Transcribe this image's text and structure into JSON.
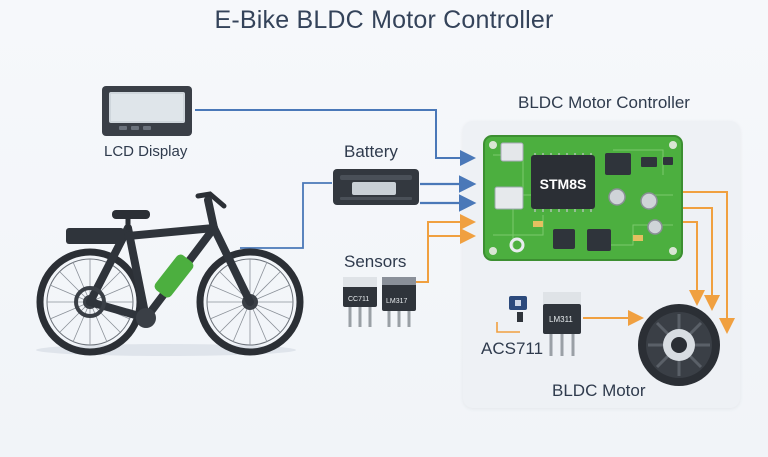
{
  "title": "E-Bike BLDC Motor Controller",
  "panel_title": "BLDC Motor Controller",
  "labels": {
    "lcd": "LCD Display",
    "battery": "Battery",
    "sensors": "Sensors",
    "acs": "ACS711",
    "motor": "BLDC Motor"
  },
  "chips": {
    "mcu": "STM8S",
    "sensor1": "CC711",
    "sensor2": "LM317",
    "current_ic": "LM311"
  },
  "colors": {
    "pcb": "#4caf3f",
    "wire_blue": "#4a78b8",
    "wire_orange": "#f0a040"
  }
}
